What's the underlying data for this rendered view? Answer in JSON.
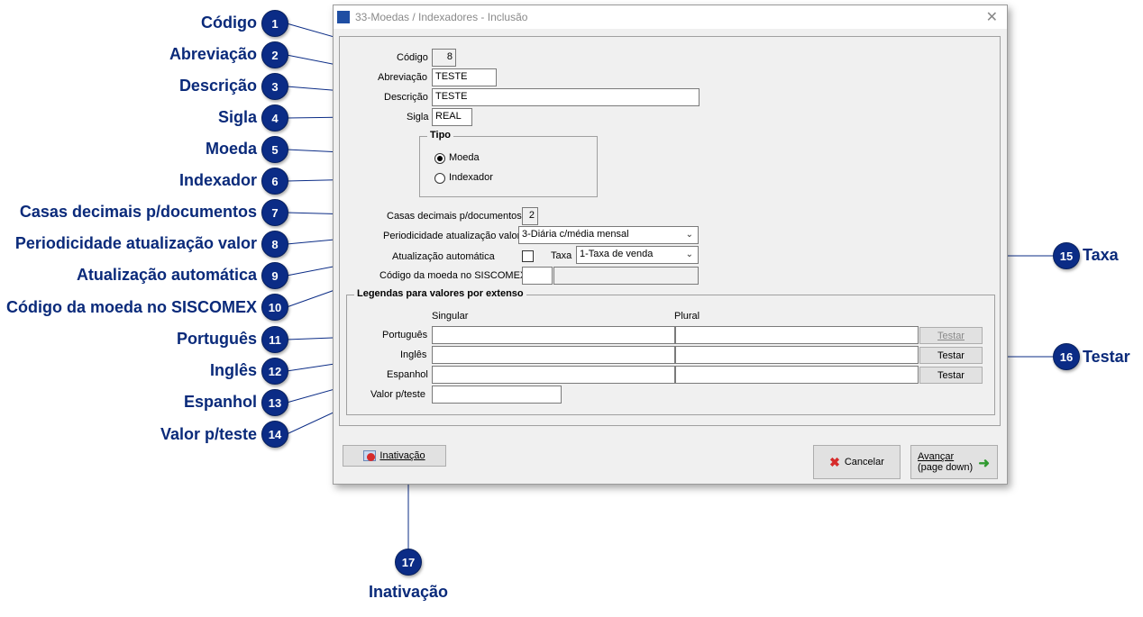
{
  "window": {
    "title": "33-Moedas / Indexadores - Inclusão",
    "close_symbol": "✕"
  },
  "form": {
    "codigo": {
      "label": "Código",
      "value": "8"
    },
    "abreviacao": {
      "label": "Abreviação",
      "value": "TESTE"
    },
    "descricao": {
      "label": "Descrição",
      "value": "TESTE"
    },
    "sigla": {
      "label": "Sigla",
      "value": "REAL"
    },
    "tipo": {
      "title": "Tipo",
      "options": [
        "Moeda",
        "Indexador"
      ],
      "selected": "Moeda"
    },
    "casas": {
      "label": "Casas decimais p/documentos",
      "value": "2"
    },
    "periodicidade": {
      "label": "Periodicidade atualização valor",
      "value": "3-Diária c/média mensal"
    },
    "atualizacao": {
      "label": "Atualização automática",
      "checked": false
    },
    "taxa": {
      "label": "Taxa",
      "value": "1-Taxa de venda"
    },
    "siscomex": {
      "label": "Código da moeda no SISCOMEX",
      "value": "",
      "description": ""
    },
    "legendas": {
      "title": "Legendas para valores por extenso",
      "col_singular": "Singular",
      "col_plural": "Plural",
      "rows": [
        {
          "label": "Português",
          "singular": "",
          "plural": "",
          "button": "Testar",
          "enabled": false
        },
        {
          "label": "Inglês",
          "singular": "",
          "plural": "",
          "button": "Testar",
          "enabled": true
        },
        {
          "label": "Espanhol",
          "singular": "",
          "plural": "",
          "button": "Testar",
          "enabled": true
        }
      ],
      "valor_teste": {
        "label": "Valor p/teste",
        "value": ""
      }
    }
  },
  "footer": {
    "inativacao": "Inativação",
    "cancelar": "Cancelar",
    "avancar_line1": "Avançar",
    "avancar_line2": "(page down)"
  },
  "callouts": [
    {
      "num": "1",
      "text": "Código"
    },
    {
      "num": "2",
      "text": "Abreviação"
    },
    {
      "num": "3",
      "text": "Descrição"
    },
    {
      "num": "4",
      "text": "Sigla"
    },
    {
      "num": "5",
      "text": "Moeda"
    },
    {
      "num": "6",
      "text": "Indexador"
    },
    {
      "num": "7",
      "text": "Casas decimais p/documentos"
    },
    {
      "num": "8",
      "text": "Periodicidade atualização valor"
    },
    {
      "num": "9",
      "text": "Atualização automática"
    },
    {
      "num": "10",
      "text": "Código da moeda no SISCOMEX"
    },
    {
      "num": "11",
      "text": "Português"
    },
    {
      "num": "12",
      "text": "Inglês"
    },
    {
      "num": "13",
      "text": "Espanhol"
    },
    {
      "num": "14",
      "text": "Valor p/teste"
    },
    {
      "num": "15",
      "text": "Taxa"
    },
    {
      "num": "16",
      "text": "Testar"
    },
    {
      "num": "17",
      "text": "Inativação"
    }
  ],
  "colors": {
    "callout": "#0b2c86",
    "callout_text": "#0a2a7a"
  }
}
